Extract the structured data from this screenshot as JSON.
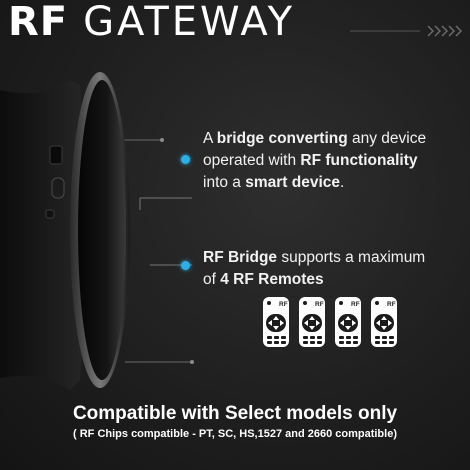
{
  "title": {
    "bold": "RF",
    "light": "GATEWAY"
  },
  "callouts": [
    {
      "lines": [
        [
          {
            "t": "A ",
            "b": false
          },
          {
            "t": "bridge converting",
            "b": true
          },
          {
            "t": " any device",
            "b": false
          }
        ],
        [
          {
            "t": "operated with ",
            "b": false
          },
          {
            "t": "RF functionality",
            "b": true
          }
        ],
        [
          {
            "t": "into a ",
            "b": false
          },
          {
            "t": "smart device",
            "b": true
          },
          {
            "t": ".",
            "b": false
          }
        ]
      ]
    },
    {
      "lines": [
        [
          {
            "t": "RF Bridge",
            "b": true
          },
          {
            "t": " supports a maximum",
            "b": false
          }
        ],
        [
          {
            "t": "of ",
            "b": false
          },
          {
            "t": "4 RF Remotes",
            "b": true
          }
        ]
      ]
    }
  ],
  "remotes": {
    "count": 4,
    "label": "RF"
  },
  "compatibility": {
    "title": "Compatible with Select models only",
    "note": "( RF Chips compatible - PT, SC, HS,1527 and 2660 compatible)"
  },
  "colors": {
    "accent": "#2ab0e6",
    "text": "#ffffff",
    "background": "#1f1f1f"
  }
}
